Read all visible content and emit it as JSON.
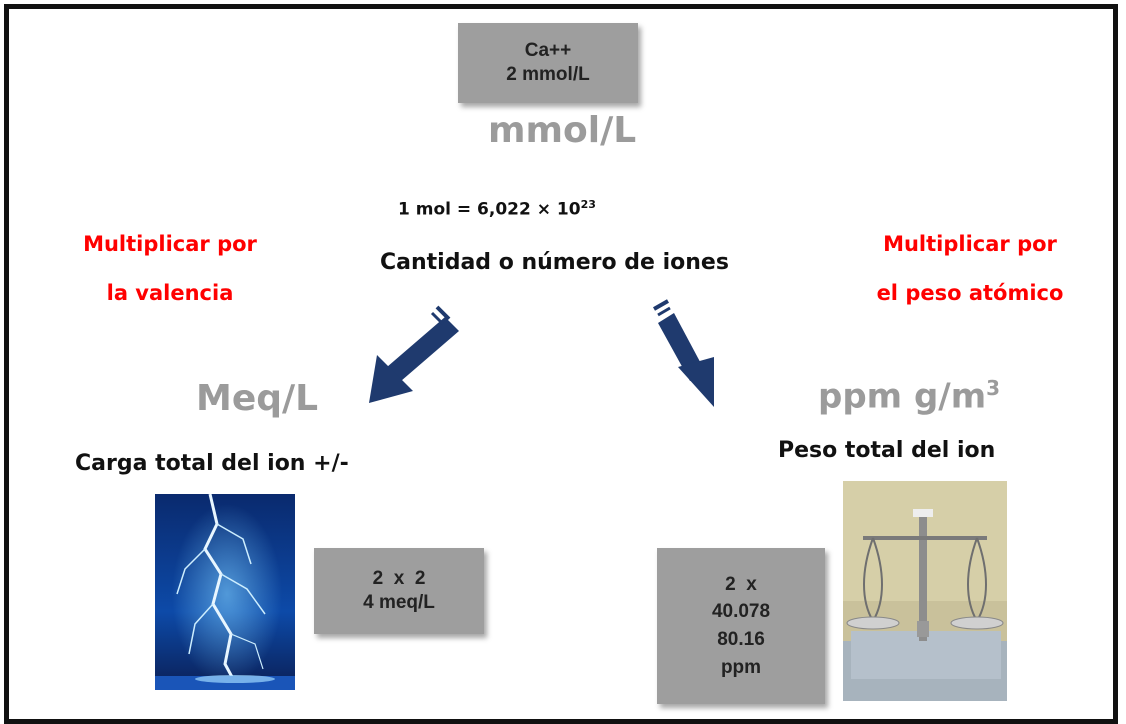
{
  "top_box": {
    "line1": "Ca++",
    "line2": "2 mmol/L"
  },
  "unit_center": "mmol/L",
  "mol_def": {
    "prefix": "1 mol = 6,022 × 10",
    "exponent": "23"
  },
  "center_caption": "Cantidad o número de iones",
  "left_instruction": {
    "line1": "Multiplicar por",
    "line2": "la valencia"
  },
  "right_instruction": {
    "line1": "Multiplicar por",
    "line2": "el peso atómico"
  },
  "left_unit": "Meq/L",
  "right_unit": {
    "base": "ppm g/m",
    "exponent": "3"
  },
  "left_caption": "Carga total del ion +/-",
  "right_caption": "Peso total del ion",
  "left_result": {
    "line1": "2  x  2",
    "line2": "4 meq/L"
  },
  "right_result": {
    "line1": "2  x",
    "line2": "40.078",
    "line3": "80.16",
    "line4": "ppm"
  },
  "images": {
    "left": "lightning-photo",
    "right": "balance-scale-photo"
  },
  "colors": {
    "instruction": "#ff0000",
    "unit": "#9b9b9b",
    "box": "#9e9e9e",
    "arrow": "#1f3a6e"
  }
}
